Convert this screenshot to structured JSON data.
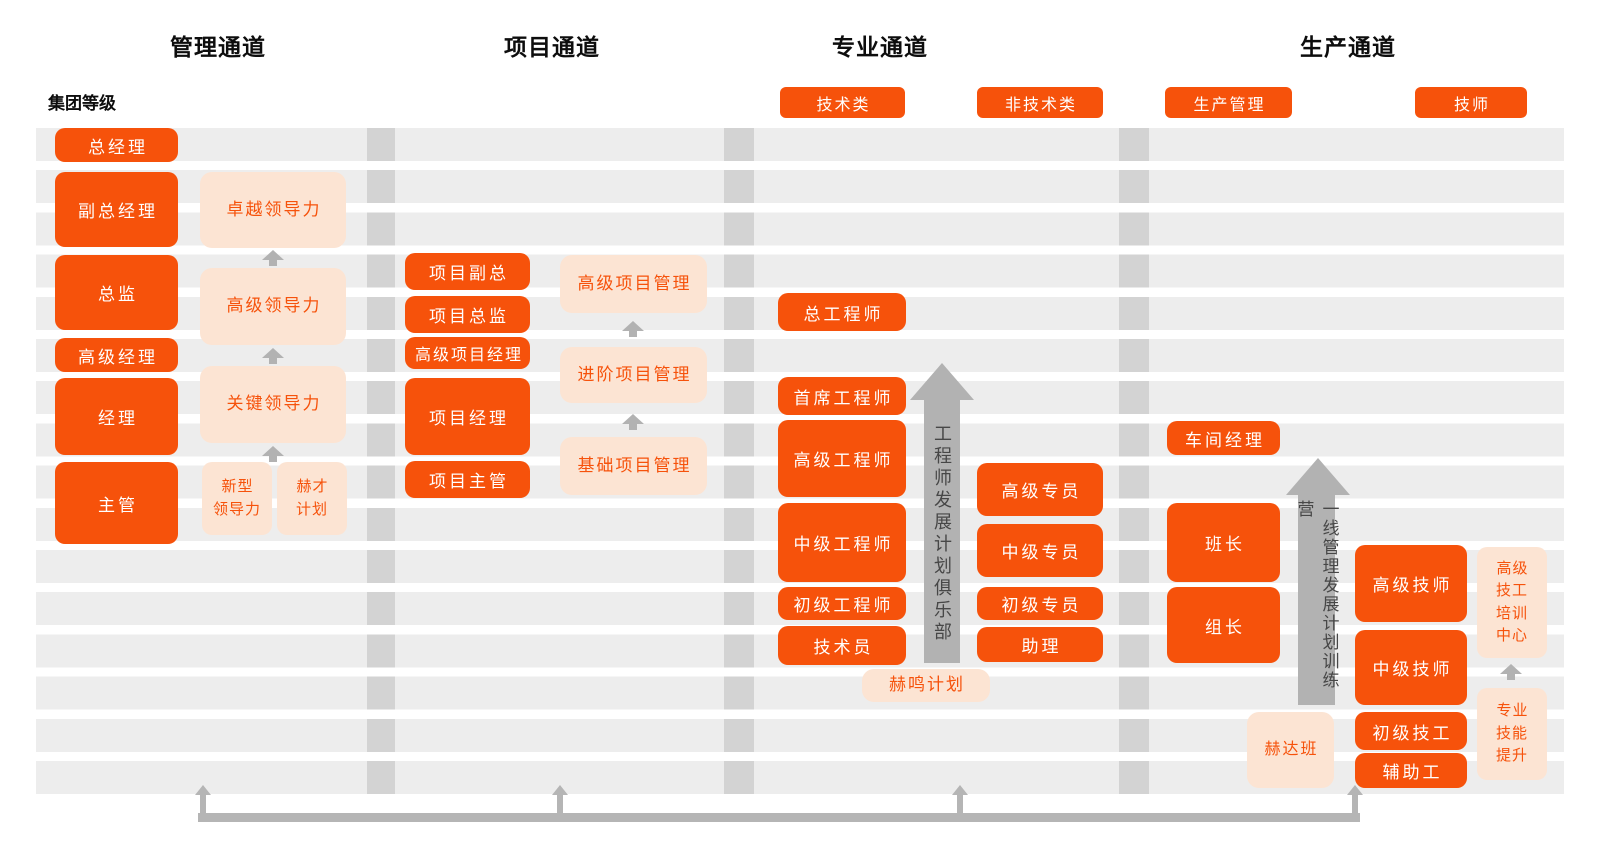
{
  "headers": {
    "management": "管理通道",
    "project": "项目通道",
    "professional": "专业通道",
    "production": "生产通道"
  },
  "group_level_label": "集团等级",
  "categories": {
    "technical": "技术类",
    "non_technical": "非技术类",
    "production_management": "生产管理",
    "technician": "技师"
  },
  "management": {
    "roles": [
      "总经理",
      "副总经理",
      "总监",
      "高级经理",
      "经理",
      "主管"
    ],
    "programs": [
      "卓越领导力",
      "高级领导力",
      "关键领导力",
      "新型\n领导力",
      "赫才\n计划"
    ]
  },
  "project": {
    "roles": [
      "项目副总",
      "项目总监",
      "高级项目经理",
      "项目经理",
      "项目主管"
    ],
    "programs": [
      "高级项目管理",
      "进阶项目管理",
      "基础项目管理"
    ]
  },
  "professional": {
    "technical_roles": [
      "总工程师",
      "首席工程师",
      "高级工程师",
      "中级工程师",
      "初级工程师",
      "技术员"
    ],
    "non_technical_roles": [
      "高级专员",
      "中级专员",
      "初级专员",
      "助理"
    ],
    "arrow_label": "工程师发展计划俱乐部",
    "program": "赫鸣计划"
  },
  "production": {
    "management_roles": [
      "车间经理",
      "班长",
      "组长"
    ],
    "technician_roles": [
      "高级技师",
      "中级技师",
      "初级技工",
      "辅助工"
    ],
    "arrow_label": "一线管理发展计划训练营",
    "programs": [
      "赫达班",
      "高级\n技工\n培训\n中心",
      "专业\n技能\n提升"
    ]
  },
  "colors": {
    "accent": "#F6520B",
    "accent_light": "#FCE4D3",
    "stripe": "#EDEDED",
    "divider": "#D3D3D3",
    "arrow_gray": "#B2B2B2",
    "arrow_text": "#474747",
    "foot": "#B5B5B5"
  }
}
